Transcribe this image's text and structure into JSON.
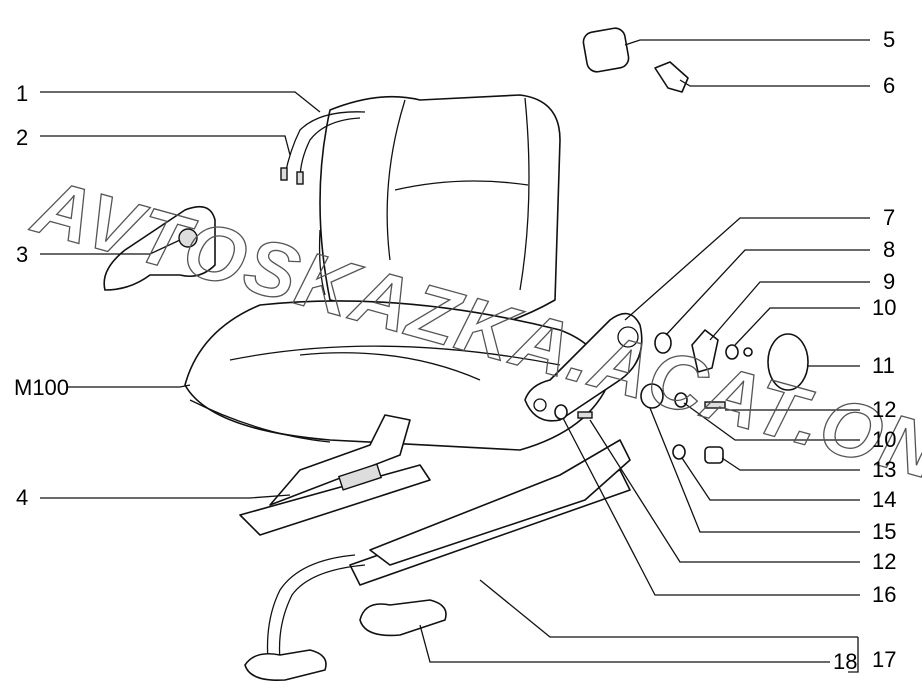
{
  "watermark": "AVTOSKAZKA.ACAT.ONLINE",
  "callouts": {
    "c1": "1",
    "c2": "2",
    "c3": "3",
    "cM100": "M100",
    "c4": "4",
    "c5": "5",
    "c6": "6",
    "c7": "7",
    "c8": "8",
    "c9": "9",
    "c10a": "10",
    "c11": "11",
    "c12a": "12",
    "c10b": "10",
    "c13": "13",
    "c14": "14",
    "c15": "15",
    "c12b": "12",
    "c16": "16",
    "c18": "18",
    "c17": "17"
  }
}
